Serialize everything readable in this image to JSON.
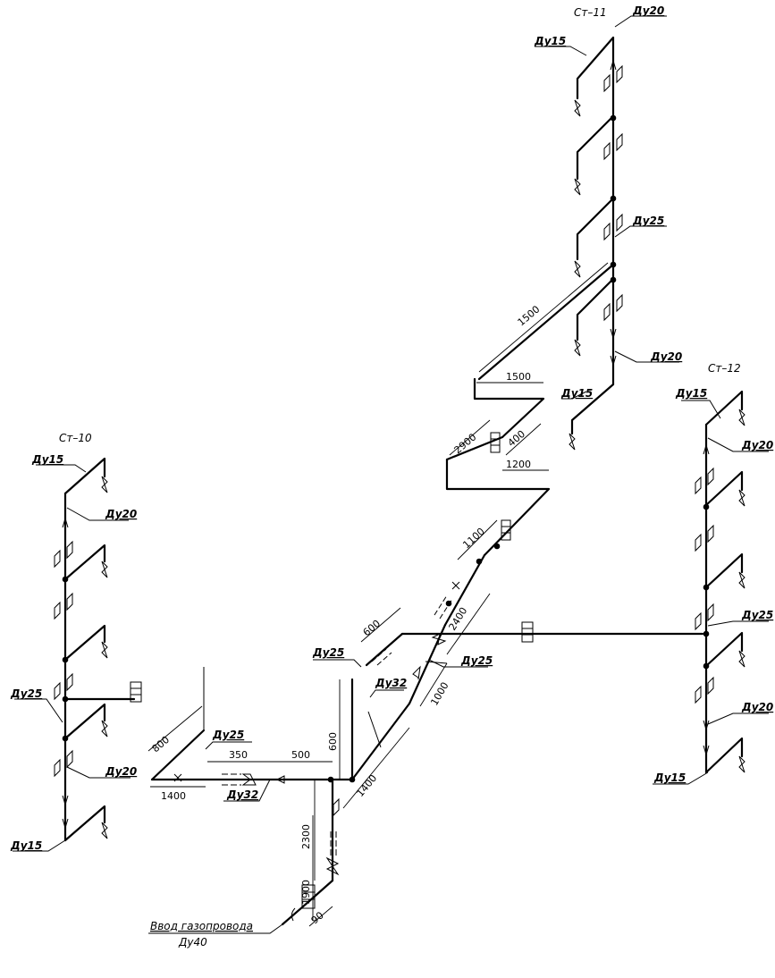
{
  "risers": {
    "st10": "Ст–10",
    "st11": "Ст–11",
    "st12": "Ст–12"
  },
  "labels": {
    "s11_du20_top": "Ду20",
    "s11_du15_top": "Ду15",
    "s11_du25": "Ду25",
    "s11_du20_bot": "Ду20",
    "s11_du15_bot": "Ду15",
    "s12_du15_top": "Ду15",
    "s12_du20_top": "Ду20",
    "s12_du25": "Ду25",
    "s12_du20_bot": "Ду20",
    "s12_du15_bot": "Ду15",
    "s10_du15_top": "Ду15",
    "s10_du20_top": "Ду20",
    "s10_du25": "Ду25",
    "s10_du20_bot": "Ду20",
    "s10_du15_bot": "Ду15",
    "mid_du25_left": "Ду25",
    "mid_du25_right": "Ду25",
    "mid_du32_right": "Ду32",
    "mid_du25_center": "Ду25",
    "mid_du32_left": "Ду32",
    "inlet_title": "Ввод газопровода",
    "inlet_size": "Ду40"
  },
  "dimensions": {
    "d1500_diag": "1500",
    "d1500_h": "1500",
    "d2900": "2900",
    "d400": "400",
    "d1200": "1200",
    "d1100": "1100",
    "d2400": "2400",
    "d600_top": "600",
    "d1000": "1000",
    "d600_v": "600",
    "d1400_diag": "1400",
    "d800": "800",
    "d350": "350",
    "d500": "500",
    "d1400_h": "1400",
    "d2300": "2300",
    "d1900": "1900",
    "d90": "90"
  }
}
